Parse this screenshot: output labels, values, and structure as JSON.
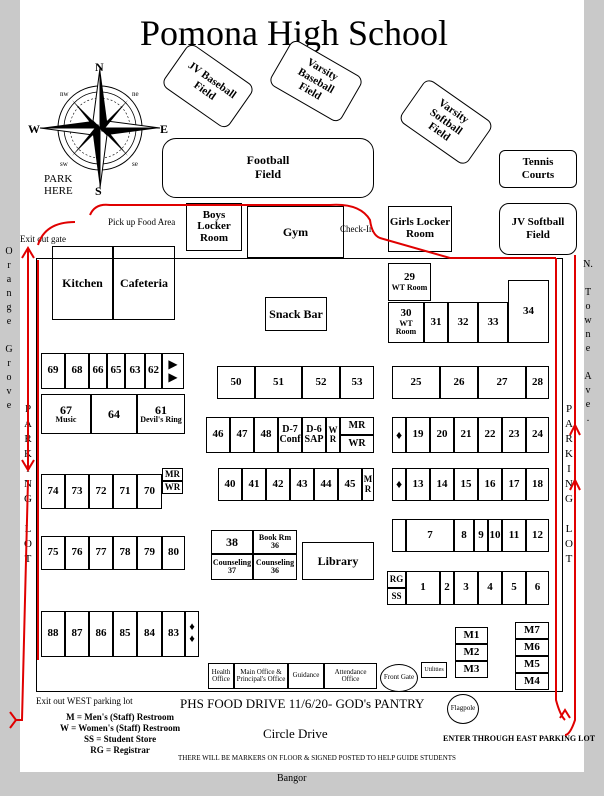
{
  "title": "Pomona High School",
  "compass": {
    "n": "N",
    "s": "S",
    "e": "E",
    "w": "W",
    "nw": "nw",
    "ne": "ne",
    "sw": "sw",
    "se": "se"
  },
  "park_here": "PARK HERE",
  "fields": {
    "jv_baseball": "JV Baseball Field",
    "varsity_baseball": "Varsity Baseball Field",
    "varsity_softball": "Varsity Softball Field",
    "football": "Football Field",
    "tennis": "Tennis Courts",
    "jv_softball": "JV Softball Field"
  },
  "labels": {
    "pickup": "Pick up Food Area",
    "exit_gate": "Exit out gate",
    "checkin": "Check-In",
    "exit_west": "Exit out WEST parking lot",
    "enter_east": "ENTER THROUGH EAST PARKING LOT",
    "markers": "THERE WILL BE MARKERS ON FLOOR & SIGNED POSTED TO HELP GUIDE STUDENTS",
    "bangor": "Bangor",
    "circle_drive": "Circle Drive",
    "food_drive": "PHS FOOD DRIVE 11/6/20- GOD's PANTRY",
    "flagpole": "Flagpole"
  },
  "streets": {
    "west": [
      "O",
      "r",
      "a",
      "n",
      "g",
      "e",
      "",
      "G",
      "r",
      "o",
      "v",
      "e"
    ],
    "east": [
      "N.",
      "",
      "T",
      "o",
      "w",
      "n",
      "e",
      "",
      "A",
      "v",
      "e",
      "."
    ]
  },
  "parking_lot": [
    "P",
    "A",
    "R",
    "K",
    "I",
    "N",
    "G",
    "",
    "L",
    "O",
    "T"
  ],
  "legend": [
    "M = Men's (Staff) Restroom",
    "W = Women's (Staff) Restroom",
    "SS = Student Store",
    "RG = Registrar"
  ],
  "rooms": {
    "boys_locker": "Boys Locker Room",
    "gym": "Gym",
    "girls_locker": "Girls Locker Room",
    "kitchen": "Kitchen",
    "cafeteria": "Cafeteria",
    "snack_bar": "Snack Bar",
    "wt29": "29",
    "wt29_sub": "WT Room",
    "wt30": "30",
    "wt30_sub": "WT Room",
    "r31": "31",
    "r32": "32",
    "r33": "33",
    "r34": "34",
    "row1": [
      "69",
      "68",
      "66",
      "65",
      "63",
      "62"
    ],
    "r67": "67",
    "r67_sub": "Music",
    "r64": "64",
    "r61": "61",
    "r61_sub": "Devil's Ring",
    "row2": [
      "50",
      "51",
      "52",
      "53"
    ],
    "row3": [
      "25",
      "26",
      "27",
      "28"
    ],
    "row4": [
      "46",
      "47",
      "48"
    ],
    "d7": "D-7 Conf",
    "d6": "D-6 SAP",
    "wr_small": "W R",
    "mr": "MR",
    "wr": "WR",
    "row5": [
      "19",
      "20",
      "21",
      "22",
      "23",
      "24"
    ],
    "row6": [
      "74",
      "73",
      "72",
      "71",
      "70"
    ],
    "mr_wr_stack": [
      "MR",
      "WR"
    ],
    "row7": [
      "40",
      "41",
      "42",
      "43",
      "44",
      "45"
    ],
    "mr_small": "M R",
    "row8": [
      "13",
      "14",
      "15",
      "16",
      "17",
      "18"
    ],
    "r38": "38",
    "bookrm": "Book Rm 36",
    "counseling37": "Counseling 37",
    "counseling36": "Counseling 36",
    "library": "Library",
    "row9": [
      "7",
      "8",
      "9",
      "10",
      "11",
      "12"
    ],
    "row10": [
      "75",
      "76",
      "77",
      "78",
      "79",
      "80"
    ],
    "rg": "RG",
    "ss": "SS",
    "row11": [
      "1",
      "2",
      "3",
      "4",
      "5",
      "6"
    ],
    "row12": [
      "88",
      "87",
      "86",
      "85",
      "84",
      "83"
    ],
    "m_rooms": [
      "M1",
      "M2",
      "M3"
    ],
    "m_rooms2": [
      "M7",
      "M6",
      "M5",
      "M4"
    ],
    "health": "Health Office",
    "main_office": "Main Office & Principal's Office",
    "guidance": "Guidance",
    "attendance": "Attendance Office",
    "front_gate": "Front Gate",
    "utilities": "Utilities"
  }
}
